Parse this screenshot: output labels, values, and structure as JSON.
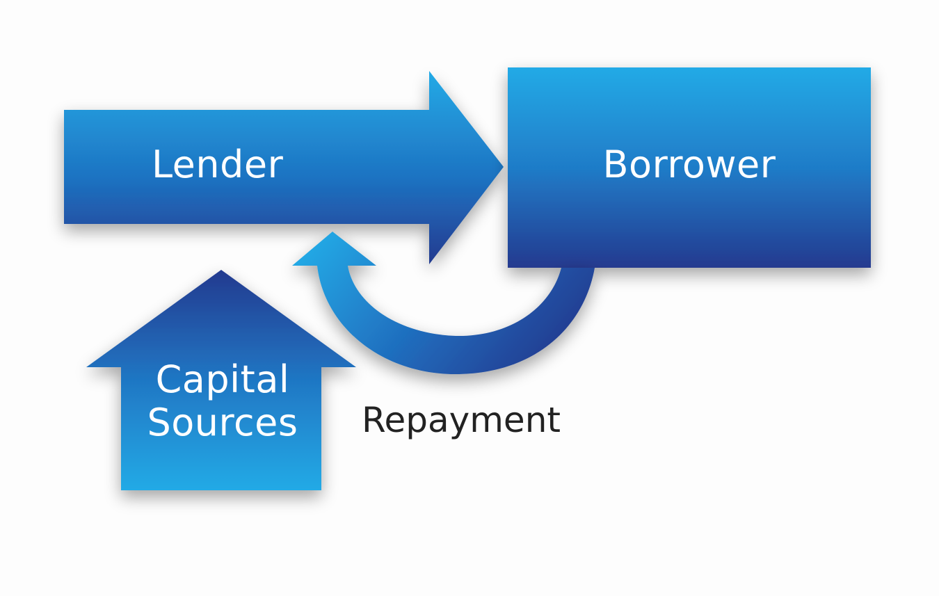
{
  "nodes": {
    "lender": "Lender",
    "borrower": "Borrower",
    "capital_line1": "Capital",
    "capital_line2": "Sources"
  },
  "edges": {
    "repayment": "Repayment"
  },
  "colors": {
    "light_blue": "#24aae6",
    "mid_blue": "#1e73c2",
    "dark_blue": "#243a8f",
    "label_dark": "#222222"
  }
}
